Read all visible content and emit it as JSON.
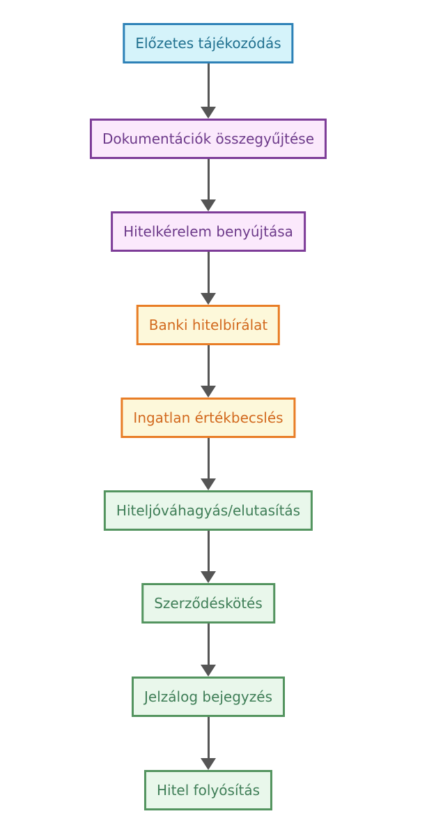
{
  "diagram": {
    "type": "flowchart",
    "direction": "top-down",
    "background": "#ffffff",
    "arrow_color": "#555555",
    "nodes": [
      {
        "label": "Előzetes tájékozódás",
        "category": "start",
        "fill": "#d5f3fa",
        "border": "#2d81b7",
        "text_color": "#20708f"
      },
      {
        "label": "Dokumentációk összegyűjtése",
        "category": "document",
        "fill": "#fbe9fc",
        "border": "#7d3c98",
        "text_color": "#6d3a8a"
      },
      {
        "label": "Hitelkérelem benyújtása",
        "category": "document",
        "fill": "#fbe9fc",
        "border": "#7d3c98",
        "text_color": "#6d3a8a"
      },
      {
        "label": "Banki hitelbírálat",
        "category": "review",
        "fill": "#fdf8da",
        "border": "#e87d26",
        "text_color": "#d2691e"
      },
      {
        "label": "Ingatlan értékbecslés",
        "category": "review",
        "fill": "#fdf8da",
        "border": "#e87d26",
        "text_color": "#d2691e"
      },
      {
        "label": "Hiteljóváhagyás/elutasítás",
        "category": "result",
        "fill": "#e9f7eb",
        "border": "#53945f",
        "text_color": "#3f7e57"
      },
      {
        "label": "Szerződéskötés",
        "category": "result",
        "fill": "#e9f7eb",
        "border": "#53945f",
        "text_color": "#3f7e57"
      },
      {
        "label": "Jelzálog bejegyzés",
        "category": "result",
        "fill": "#e9f7eb",
        "border": "#53945f",
        "text_color": "#3f7e57"
      },
      {
        "label": "Hitel folyósítás",
        "category": "result",
        "fill": "#e9f7eb",
        "border": "#53945f",
        "text_color": "#3f7e57"
      }
    ],
    "edges": [
      {
        "from": "Előzetes tájékozódás",
        "to": "Dokumentációk összegyűjtése"
      },
      {
        "from": "Dokumentációk összegyűjtése",
        "to": "Hitelkérelem benyújtása"
      },
      {
        "from": "Hitelkérelem benyújtása",
        "to": "Banki hitelbírálat"
      },
      {
        "from": "Banki hitelbírálat",
        "to": "Ingatlan értékbecslés"
      },
      {
        "from": "Ingatlan értékbecslés",
        "to": "Hiteljóváhagyás/elutasítás"
      },
      {
        "from": "Hiteljóváhagyás/elutasítás",
        "to": "Szerződéskötés"
      },
      {
        "from": "Szerződéskötés",
        "to": "Jelzálog bejegyzés"
      },
      {
        "from": "Jelzálog bejegyzés",
        "to": "Hitel folyósítás"
      }
    ]
  }
}
